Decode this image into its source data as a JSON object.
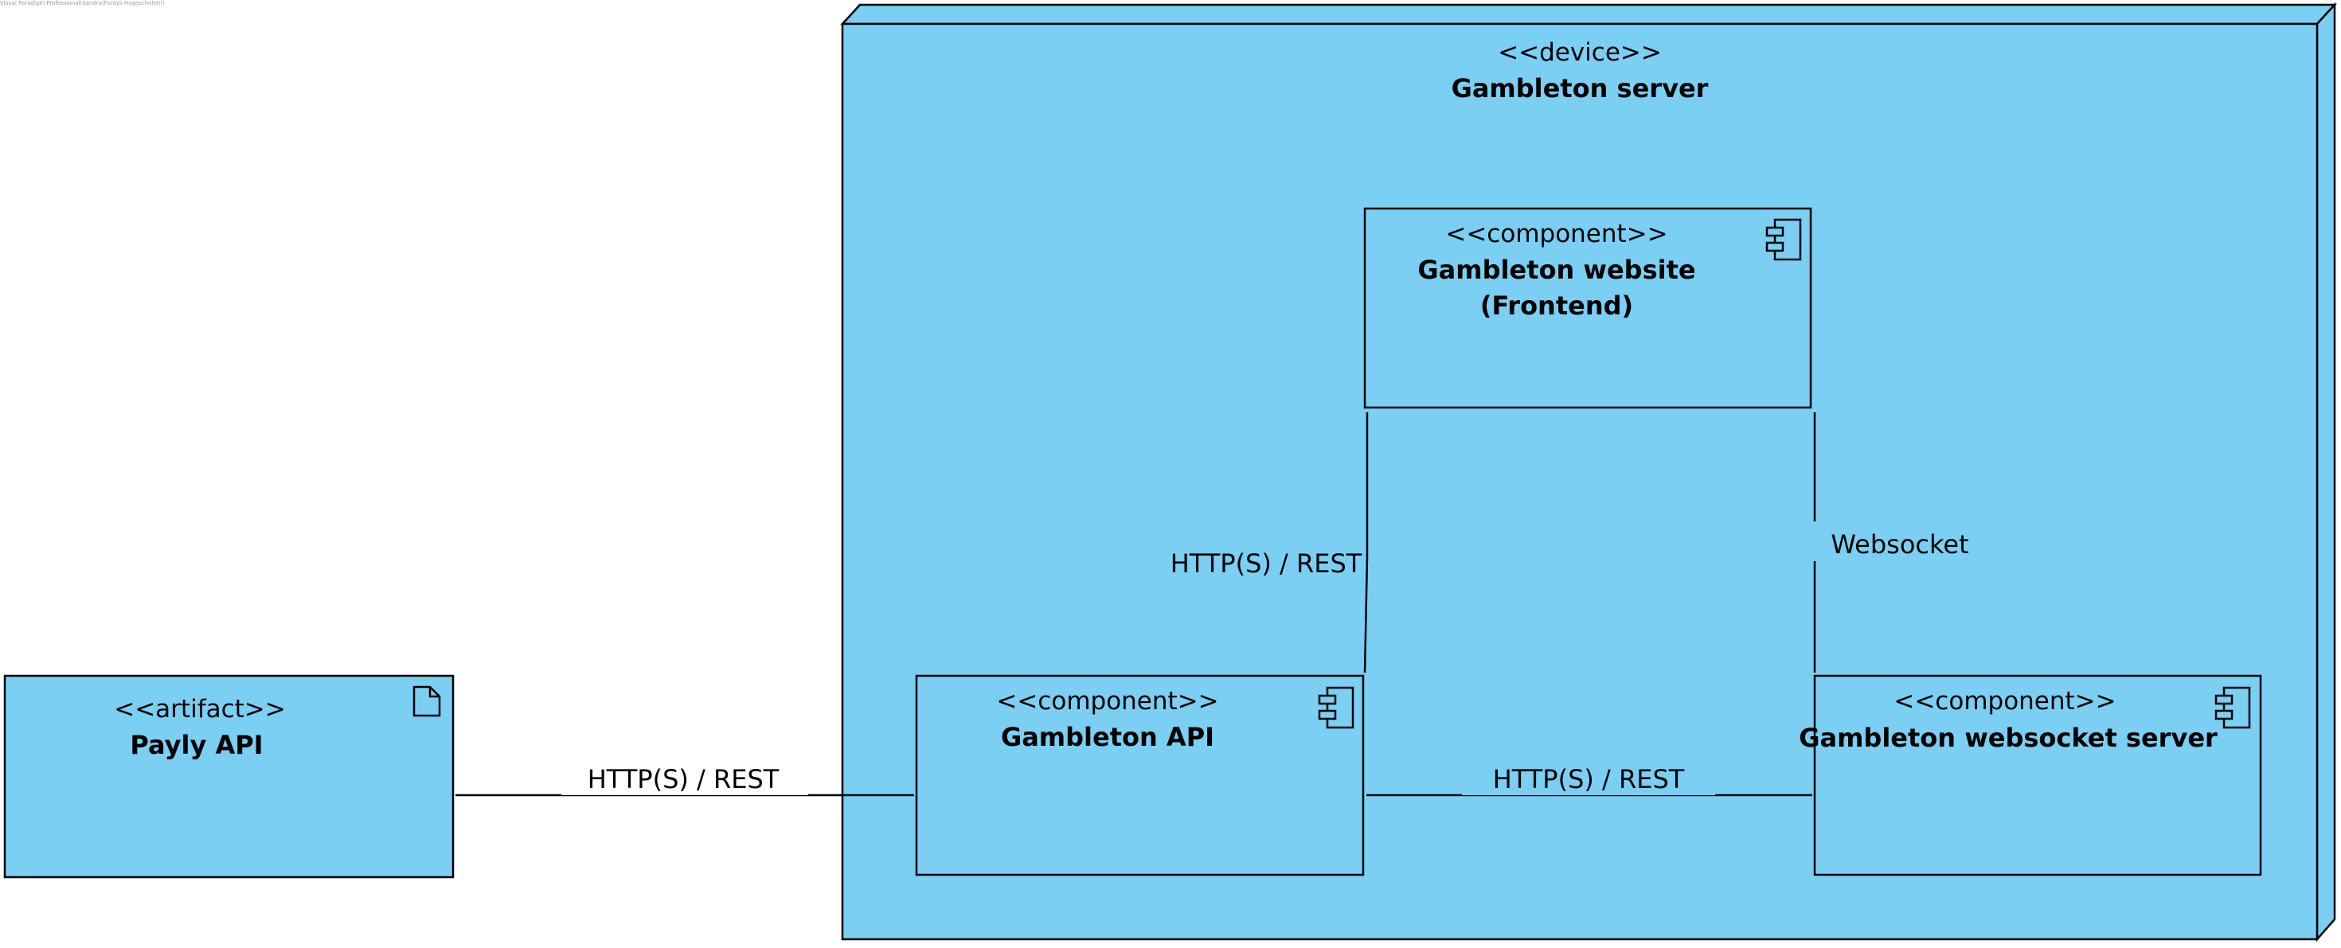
{
  "watermark": "Visual Paradigm Professional(Sandra(Fontys Hogescholen))",
  "colors": {
    "fill": "#7bcff3",
    "stroke": "#000000",
    "background": "#ffffff"
  },
  "device": {
    "stereotype": "<<device>>",
    "name": "Gambleton server"
  },
  "artifact": {
    "stereotype": "<<artifact>>",
    "name": "Payly API",
    "icon": "document-icon"
  },
  "components": {
    "frontend": {
      "stereotype": "<<component>>",
      "name_line1": "Gambleton website",
      "name_line2": "(Frontend)",
      "icon": "component-icon"
    },
    "api": {
      "stereotype": "<<component>>",
      "name": "Gambleton API",
      "icon": "component-icon"
    },
    "websocket_server": {
      "stereotype": "<<component>>",
      "name": "Gambleton websocket server",
      "icon": "component-icon"
    }
  },
  "connections": {
    "payly_to_api": "HTTP(S) / REST",
    "frontend_to_api": "HTTP(S) / REST",
    "frontend_to_websocket": "Websocket",
    "api_to_websocket": "HTTP(S) / REST"
  }
}
